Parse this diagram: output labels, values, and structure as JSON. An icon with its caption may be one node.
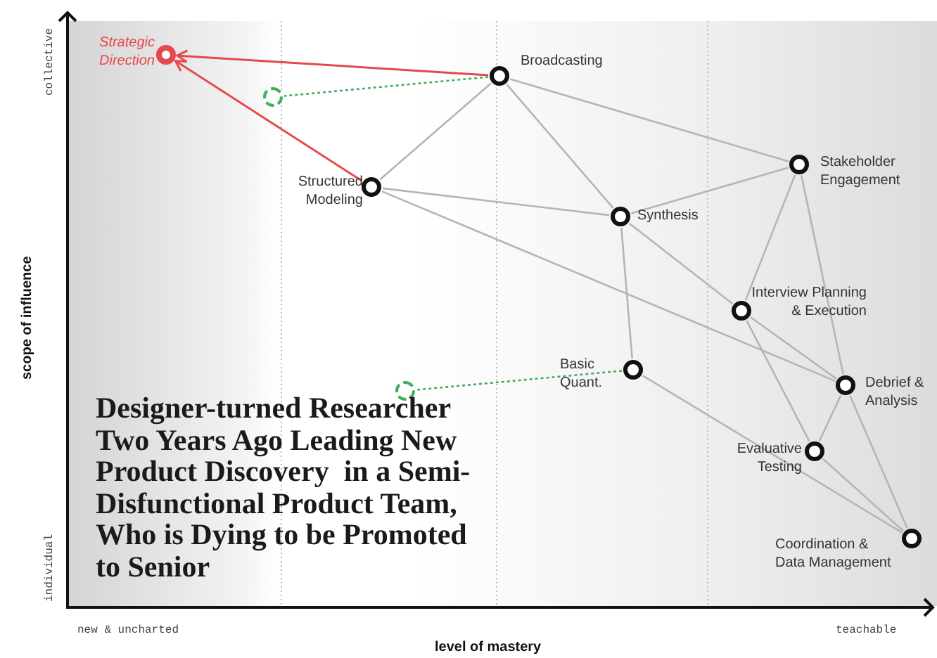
{
  "diagram": {
    "nodes": [
      {
        "text": [],
        "shape": "circle",
        "beside": [
          "Strategic Direction"
        ]
      },
      {
        "text": [],
        "shape": "circle"
      },
      {
        "text": [],
        "shape": "circle",
        "beside": [
          "Broadcasting"
        ]
      },
      {
        "text": [],
        "shape": "circle",
        "beside": [
          "Structured Modeling"
        ]
      },
      {
        "text": [],
        "shape": "circle",
        "beside": [
          "Synthesis"
        ]
      },
      {
        "text": [],
        "shape": "circle",
        "beside": [
          "Stakeholder Engagement"
        ]
      },
      {
        "text": [],
        "shape": "circle",
        "beside": [
          "Interview Planning & Execution"
        ]
      },
      {
        "text": [],
        "shape": "circle",
        "beside": [
          "Basic Quant."
        ]
      },
      {
        "text": [],
        "shape": "circle"
      },
      {
        "text": [],
        "shape": "circle",
        "beside": [
          "Debrief & Analysis"
        ]
      },
      {
        "text": [],
        "shape": "circle",
        "beside": [
          "Evaluative Testing"
        ]
      },
      {
        "text": [],
        "shape": "circle",
        "beside": [
          "Coordination & Data Management"
        ]
      }
    ],
    "edges": [
      {
        "from": 2,
        "to": 0,
        "arrow": "to",
        "color": "#e5484d"
      },
      {
        "from": 3,
        "to": 0,
        "arrow": "to",
        "color": "#e5484d"
      },
      {
        "from": 2,
        "to": 1,
        "arrow": "none",
        "style": "dashed",
        "color": "#3fae5f"
      },
      {
        "from": 7,
        "to": 8,
        "arrow": "none",
        "style": "dashed",
        "color": "#3fae5f"
      },
      {
        "from": 2,
        "to": 3,
        "arrow": "none"
      },
      {
        "from": 2,
        "to": 4,
        "arrow": "none"
      },
      {
        "from": 2,
        "to": 5,
        "arrow": "none"
      },
      {
        "from": 3,
        "to": 4,
        "arrow": "none"
      },
      {
        "from": 3,
        "to": 9,
        "arrow": "none"
      },
      {
        "from": 4,
        "to": 5,
        "arrow": "none"
      },
      {
        "from": 4,
        "to": 6,
        "arrow": "none"
      },
      {
        "from": 4,
        "to": 7,
        "arrow": "none"
      },
      {
        "from": 5,
        "to": 6,
        "arrow": "none"
      },
      {
        "from": 5,
        "to": 9,
        "arrow": "none"
      },
      {
        "from": 6,
        "to": 9,
        "arrow": "none"
      },
      {
        "from": 6,
        "to": 10,
        "arrow": "none"
      },
      {
        "from": 7,
        "to": 11,
        "arrow": "none"
      },
      {
        "from": 9,
        "to": 10,
        "arrow": "none"
      },
      {
        "from": 9,
        "to": 11,
        "arrow": "none"
      },
      {
        "from": 10,
        "to": 11,
        "arrow": "none"
      }
    ],
    "labels": [
      "collective",
      "scope of influence",
      "individual",
      "Designer-turned Researcher Two Years Ago Leading New Product Discovery  in a Semi-Disfunctional Product Team, Who is Dying to be Promoted to Senior",
      "new & uncharted",
      "level of mastery",
      "teachable"
    ]
  }
}
